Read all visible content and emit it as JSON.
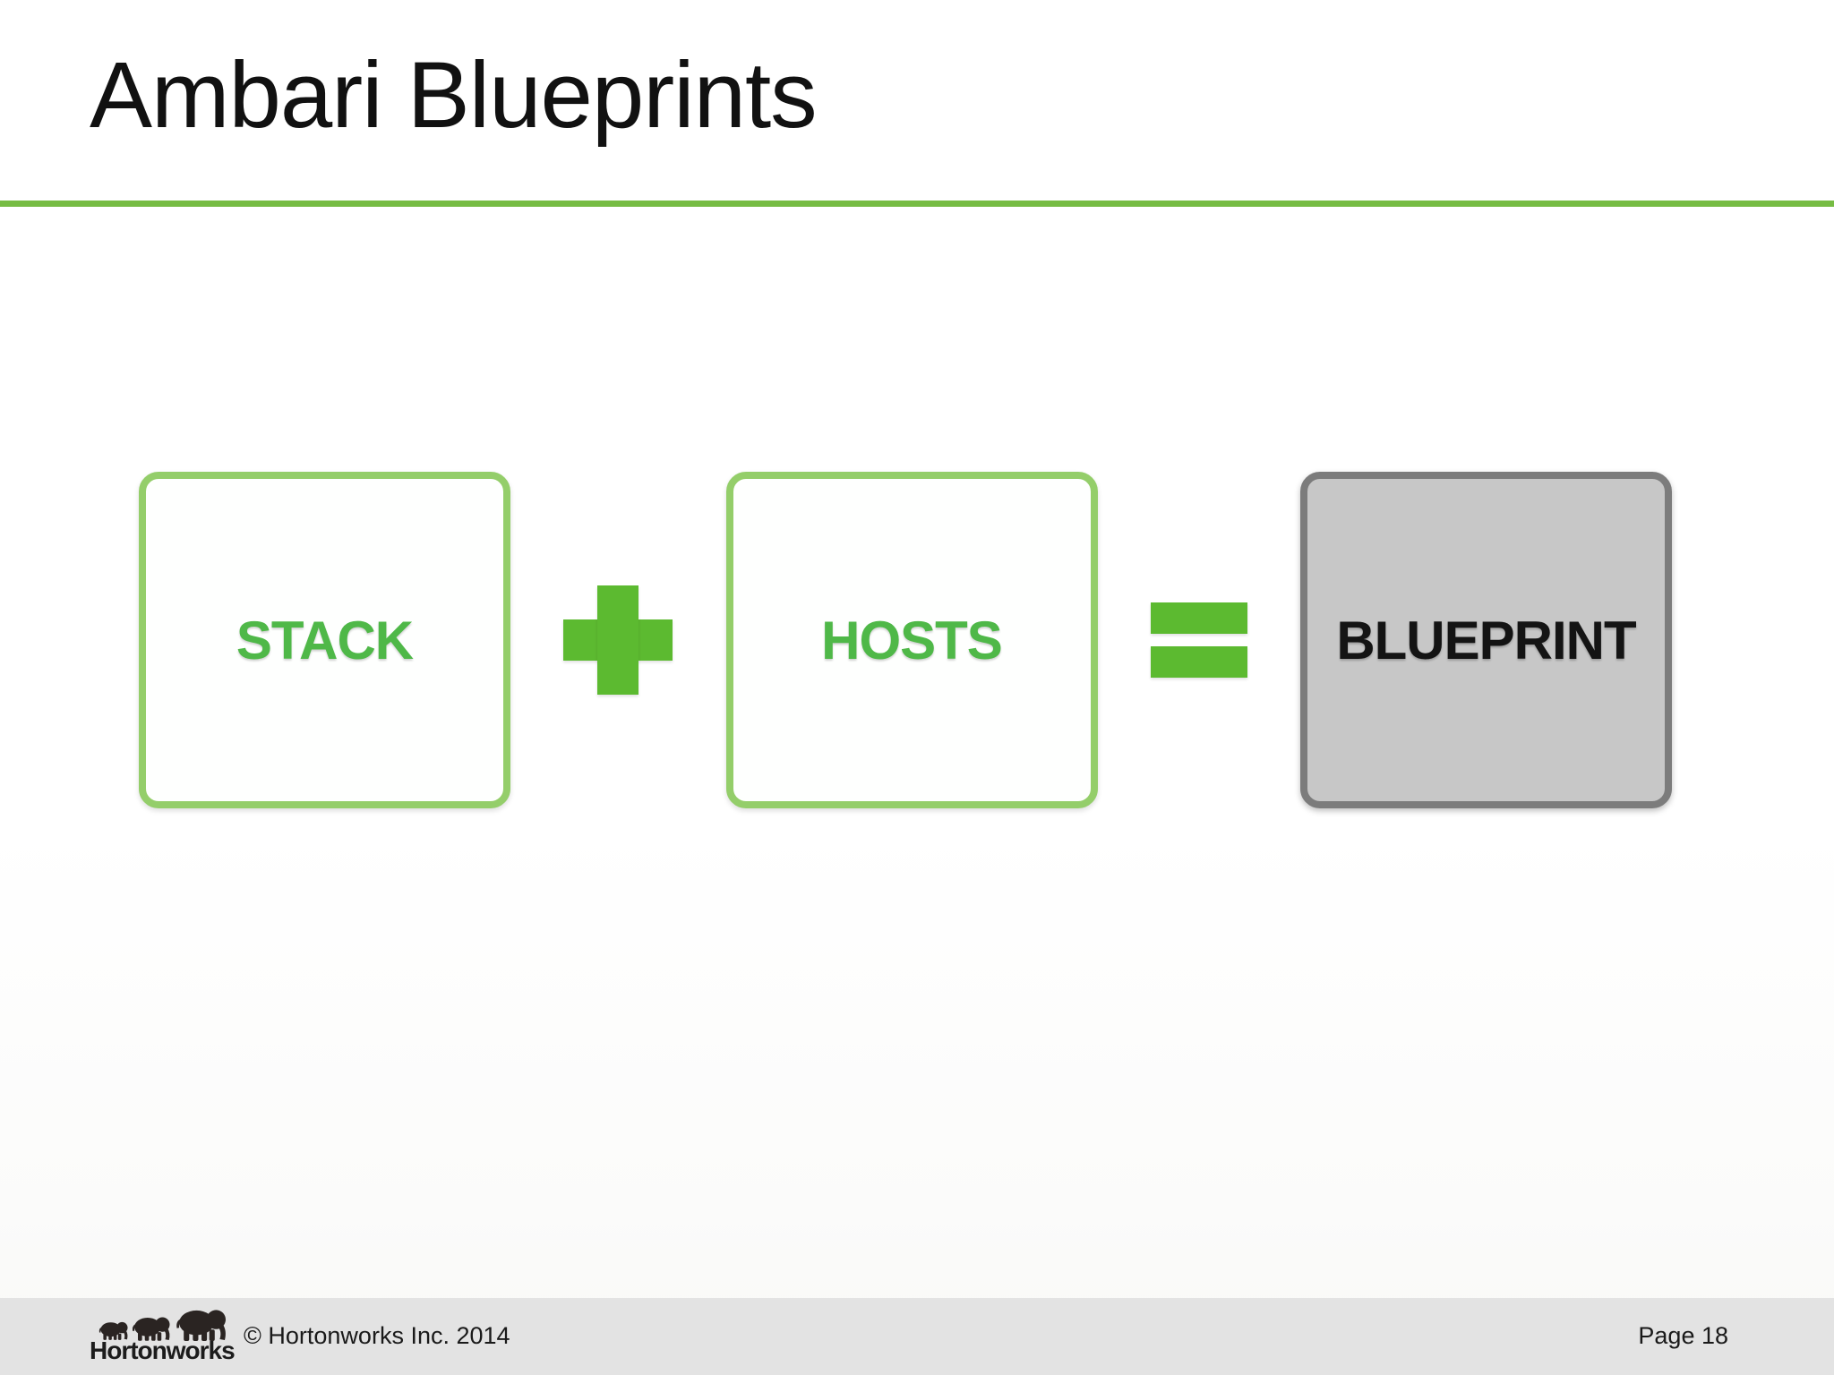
{
  "slide": {
    "title": "Ambari Blueprints",
    "footer": {
      "logo_text": "Hortonworks",
      "copyright": "© Hortonworks Inc. 2014",
      "page_label": "Page 18"
    }
  },
  "diagram": {
    "nodes": [
      {
        "label": "STACK",
        "style": "outlined-green"
      },
      {
        "label": "HOSTS",
        "style": "outlined-green"
      },
      {
        "label": "BLUEPRINT",
        "style": "filled-gray"
      }
    ],
    "operators": [
      {
        "name": "plus"
      },
      {
        "name": "equals"
      }
    ]
  },
  "colors": {
    "title_text": "#111111",
    "accent_rule_green": "#76BC43",
    "node_border_green": "#94CE6A",
    "node_label_green": "#4FB848",
    "operator_green": "#5CBA30",
    "blueprint_fill": "#C7C7C7",
    "blueprint_border": "#7C7C7C",
    "blueprint_label_text": "#141414",
    "footer_bg": "#E3E3E3",
    "footer_text": "#1A1A1A",
    "logo_color": "#2A2422"
  }
}
